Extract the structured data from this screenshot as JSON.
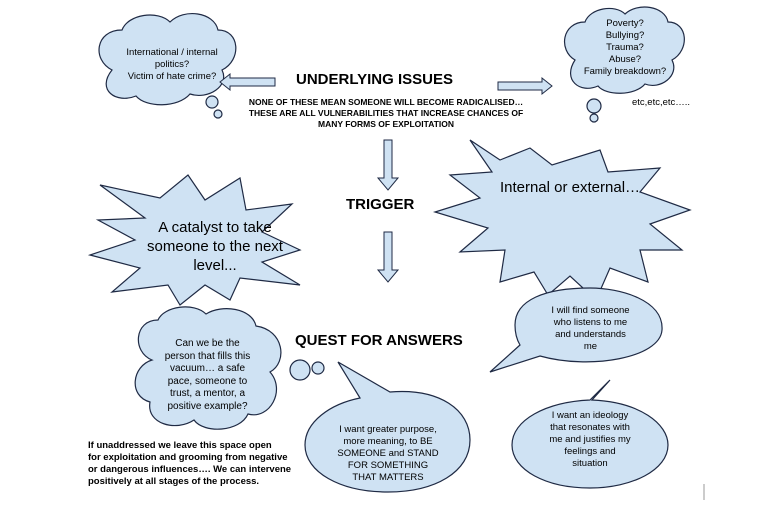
{
  "colors": {
    "shape_fill": "#cfe2f3",
    "shape_stroke": "#1f2a44",
    "arrow_fill": "#cfe2f3"
  },
  "headings": {
    "underlying": "UNDERLYING ISSUES",
    "trigger": "TRIGGER",
    "quest": "QUEST FOR ANSWERS"
  },
  "note_lines": [
    "NONE OF THESE MEAN SOMEONE WILL BECOME RADICALISED…",
    "THESE ARE ALL VULNERABILITIES THAT INCREASE CHANCES OF",
    "MANY FORMS OF EXPLOITATION"
  ],
  "clouds": {
    "left_lines": [
      "International / internal",
      "politics?",
      "Victim of hate crime?"
    ],
    "right_lines": [
      "Poverty?",
      "Bullying?",
      "Trauma?",
      "Abuse?",
      "Family breakdown?"
    ],
    "right_extra": "etc,etc,etc…..",
    "bottom_lines": [
      "Can we be the",
      "person that fills this",
      "vacuum… a safe",
      "pace, someone to",
      "trust, a mentor, a",
      "positive example?"
    ]
  },
  "stars": {
    "left_lines": [
      "A catalyst to take",
      "someone to the next",
      "level..."
    ],
    "right_text": "Internal or external…"
  },
  "bubbles": {
    "top_lines": [
      "I will find someone",
      "who listens to me",
      "and understands",
      "me"
    ],
    "middle_lines": [
      "I want greater purpose,",
      "more meaning, to BE",
      "SOMEONE and STAND",
      "FOR SOMETHING",
      "THAT MATTERS"
    ],
    "right_lines": [
      "I want an ideology",
      "that resonates with",
      "me and justifies my",
      "feelings and",
      "situation"
    ]
  },
  "footer_lines": [
    "If unaddressed we leave this space open",
    "for exploitation and grooming from negative",
    "or dangerous influences….  We can intervene",
    "positively at all stages of the process."
  ]
}
